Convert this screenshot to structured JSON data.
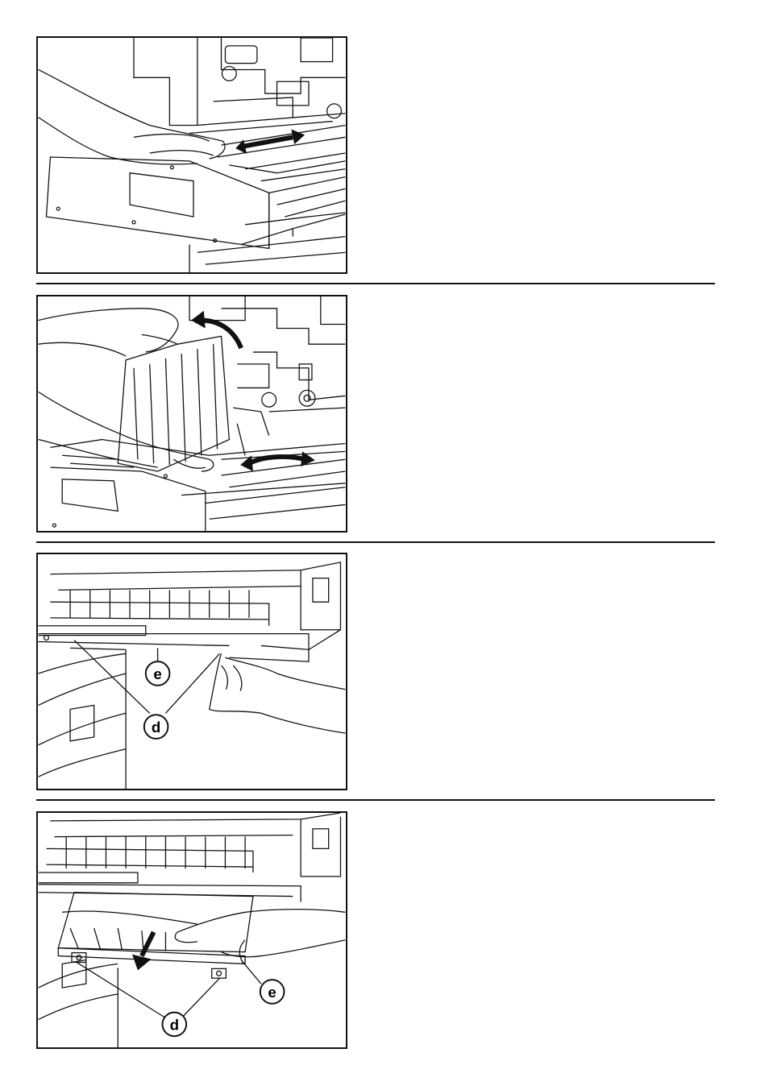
{
  "panels": [
    {
      "id": "step-1",
      "callouts": []
    },
    {
      "id": "step-2",
      "callouts": []
    },
    {
      "id": "step-3",
      "callouts": [
        {
          "label": "e"
        },
        {
          "label": "d"
        }
      ]
    },
    {
      "id": "step-4",
      "callouts": [
        {
          "label": "e"
        },
        {
          "label": "d"
        }
      ]
    }
  ]
}
